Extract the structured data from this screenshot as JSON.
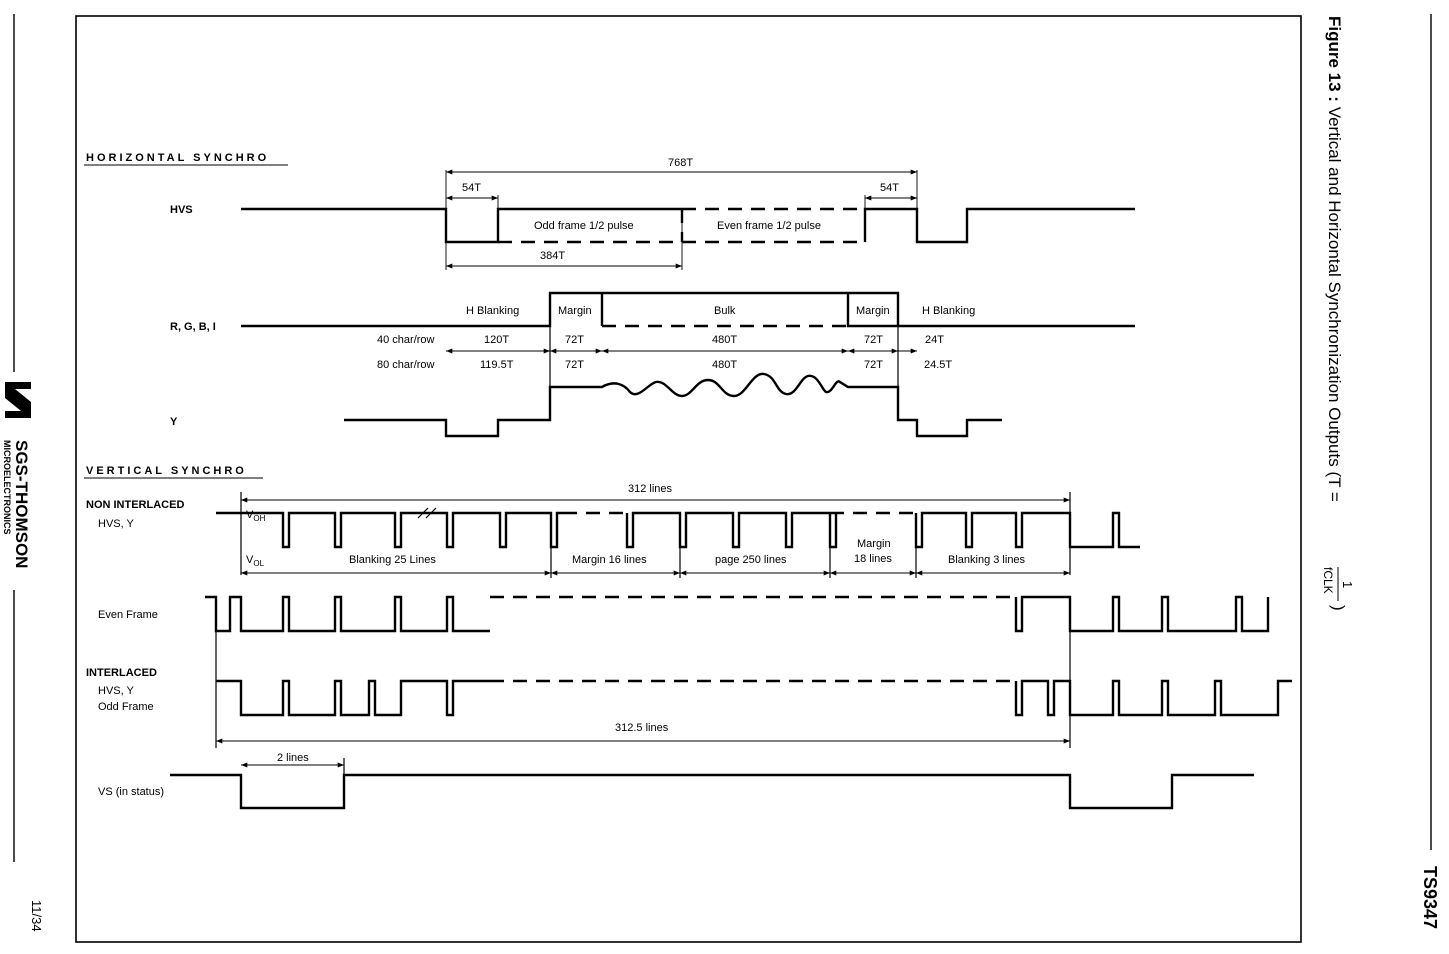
{
  "page": {
    "header_right": "TS9347",
    "figure_title": "Figure 13 : Vertical and Horizontal Synchronization Outputs (T = ",
    "formula_num": "1",
    "formula_den": "fCLK",
    "formula_close": ")",
    "page_number": "11/34",
    "logo_brand": "SGS-THOMSON",
    "logo_sub": "MICROELECTRONICS"
  },
  "horizontal": {
    "section_title": "HORIZONTAL SYNCHRO",
    "signals": {
      "hvs": "HVS",
      "rgbi": "R, G, B, I",
      "y": "Y"
    },
    "hvs_labels": {
      "total": "768T",
      "pulse_left": "54T",
      "pulse_right": "54T",
      "odd_pulse": "Odd frame 1/2 pulse",
      "even_pulse": "Even frame 1/2 pulse",
      "half": "384T"
    },
    "rgbi_labels": {
      "h_blanking_left": "H Blanking",
      "margin_left": "Margin",
      "bulk": "Bulk",
      "margin_right": "Margin",
      "h_blanking_right": "H Blanking"
    },
    "row_40": {
      "label": "40 char/row",
      "v1": "120T",
      "v2": "72T",
      "v3": "480T",
      "v4": "72T",
      "v5": "24T"
    },
    "row_80": {
      "label": "80 char/row",
      "v1": "119.5T",
      "v2": "72T",
      "v3": "480T",
      "v4": "72T",
      "v5": "24.5T"
    }
  },
  "vertical": {
    "section_title": "VERTICAL SYNCHRO",
    "non_interlaced": "NON INTERLACED",
    "hvs_y_1": "HVS, Y",
    "voh": "V",
    "voh_sub": "OH",
    "vol": "V",
    "vol_sub": "OL",
    "total_lines": "312 lines",
    "blanking_25": "Blanking 25 Lines",
    "margin_16": "Margin  16 lines",
    "page_250": "page 250 lines",
    "margin_18_a": "Margin",
    "margin_18_b": "18 lines",
    "blanking_3": "Blanking 3 lines",
    "even_frame": "Even Frame",
    "interlaced": "INTERLACED",
    "hvs_y_2": "HVS, Y",
    "odd_frame": "Odd Frame",
    "total_lines_interlaced": "312.5 lines",
    "two_lines": "2 lines",
    "vs_status": "VS (in status)"
  }
}
